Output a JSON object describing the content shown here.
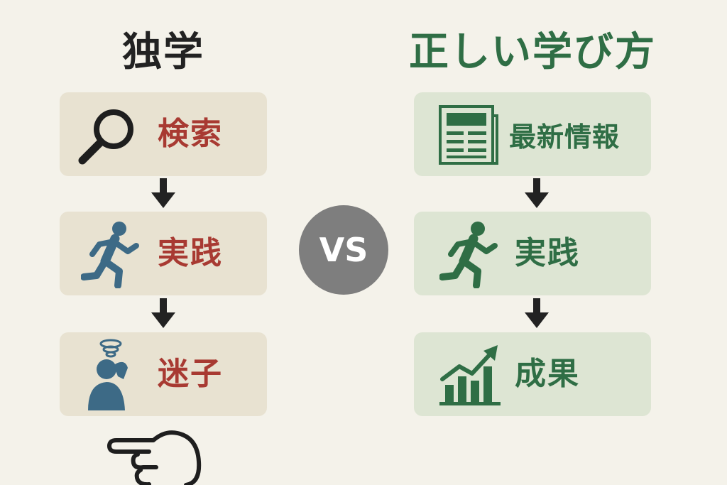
{
  "left": {
    "title": "独学",
    "steps": [
      {
        "label": "検索",
        "icon": "magnifier-icon"
      },
      {
        "label": "実践",
        "icon": "running-person-icon"
      },
      {
        "label": "迷子",
        "icon": "confused-person-icon"
      }
    ]
  },
  "right": {
    "title": "正しい学び方",
    "steps": [
      {
        "label": "最新情報",
        "icon": "newspaper-icon"
      },
      {
        "label": "実践",
        "icon": "running-person-icon"
      },
      {
        "label": "成果",
        "icon": "growth-chart-icon"
      }
    ]
  },
  "vs_label": "VS",
  "colors": {
    "background": "#f4f2ea",
    "left_box": "#e8e2d1",
    "right_box": "#dde5d3",
    "left_text": "#a83a32",
    "right_text": "#2f6e45",
    "figure_blue": "#3d6a86",
    "figure_green": "#2f6e45",
    "vs_circle": "#7e7e7e"
  }
}
